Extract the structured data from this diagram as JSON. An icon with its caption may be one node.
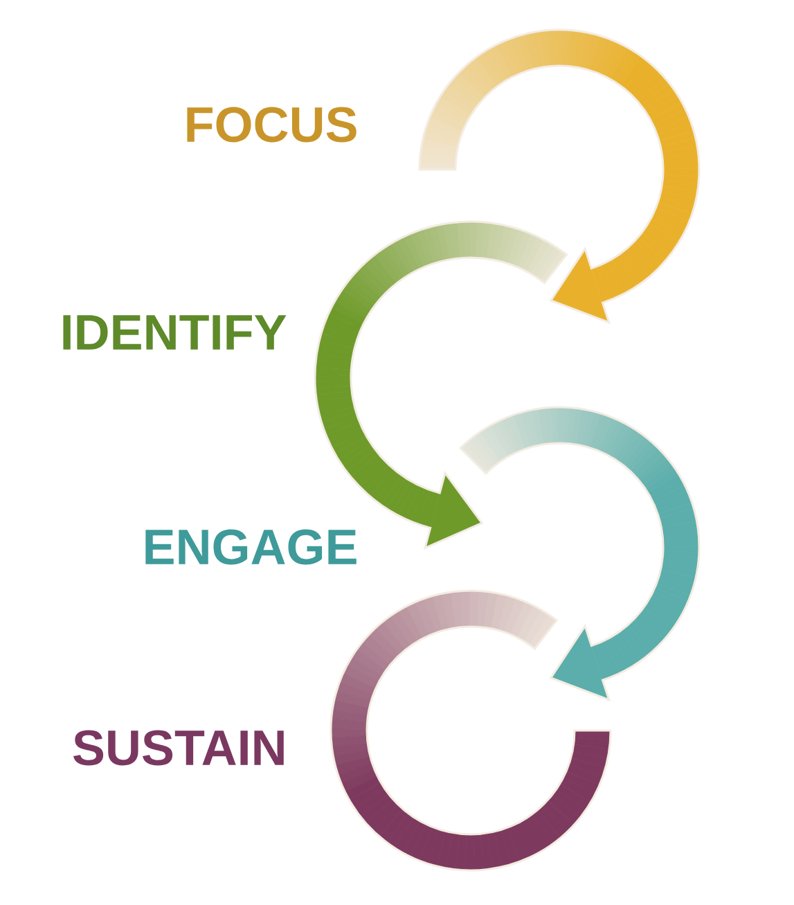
{
  "diagram": {
    "labels": [
      "FOCUS",
      "IDENTIFY",
      "ENGAGE",
      "SUSTAIN"
    ]
  }
}
